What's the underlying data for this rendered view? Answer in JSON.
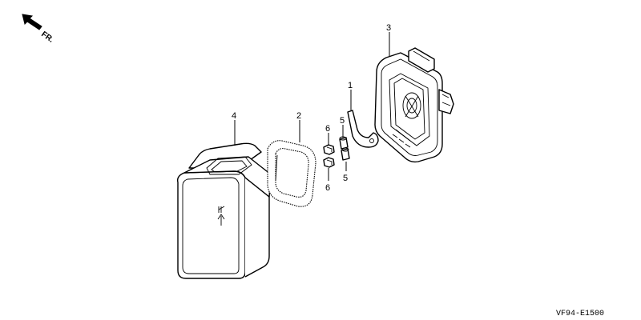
{
  "direction_label": "FR.",
  "diagram_code": "VF94-E1500",
  "callouts": {
    "c1": "1",
    "c2": "2",
    "c3": "3",
    "c4": "4",
    "c5a": "5",
    "c5b": "5",
    "c6a": "6",
    "c6b": "6"
  }
}
